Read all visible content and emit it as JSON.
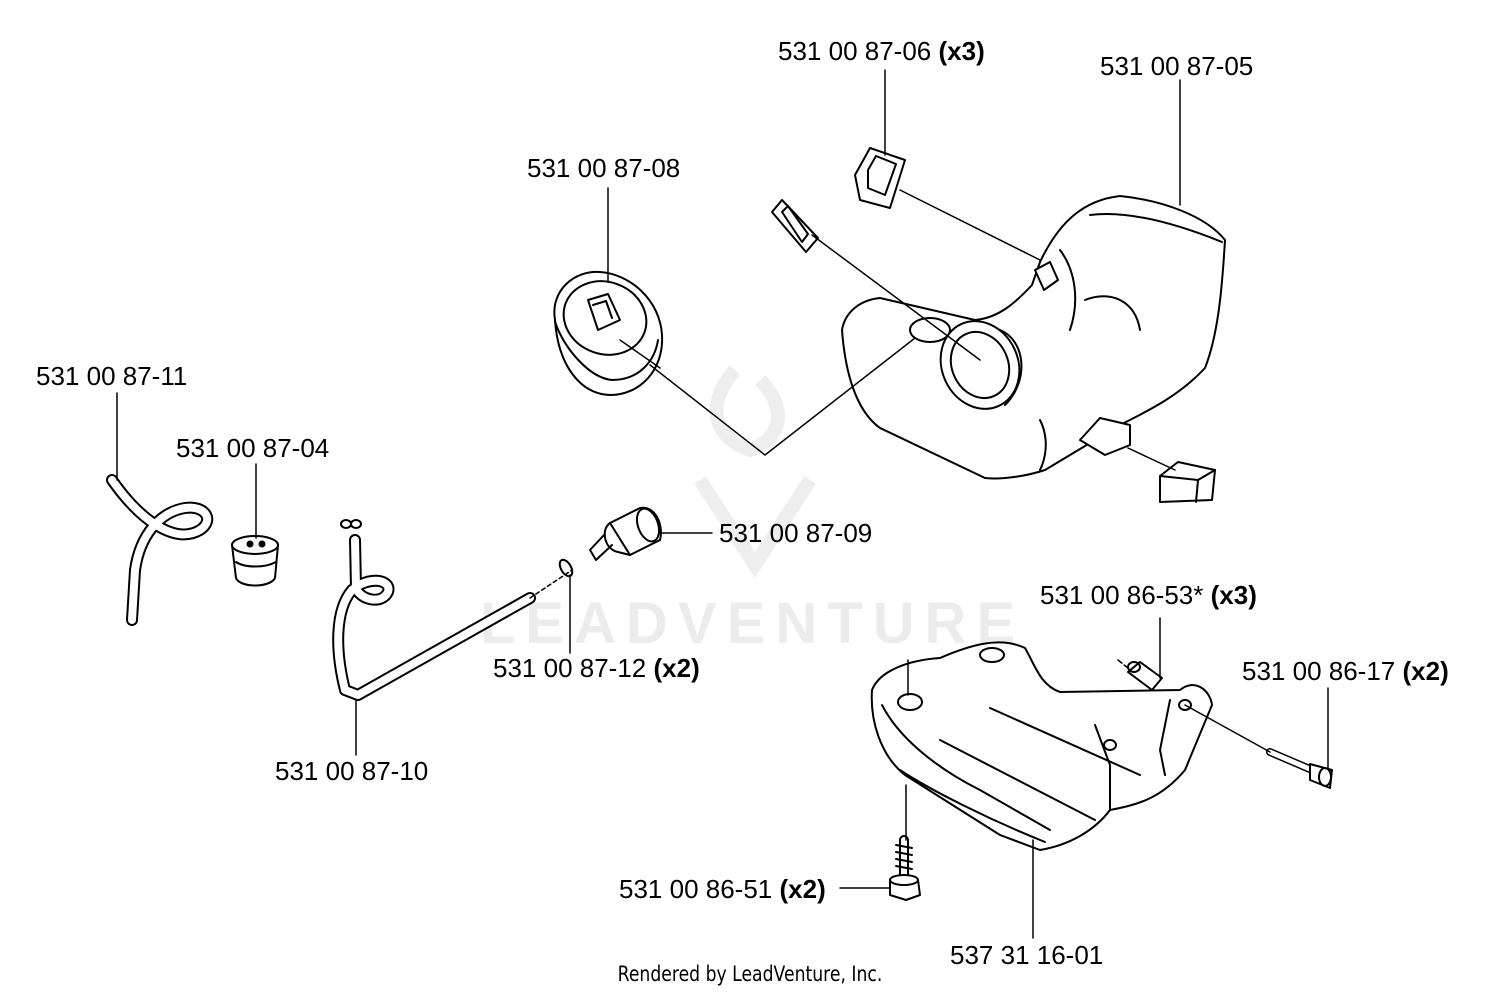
{
  "watermark": "LEADVENTURE",
  "footer": "Rendered by LeadVenture, Inc.",
  "labels": {
    "p0706": {
      "part": "531 00 87-06",
      "qty": "(x3)"
    },
    "p0705": {
      "part": "531 00 87-05",
      "qty": ""
    },
    "p0708": {
      "part": "531 00 87-08",
      "qty": ""
    },
    "p0711": {
      "part": "531 00 87-11",
      "qty": ""
    },
    "p0704": {
      "part": "531 00 87-04",
      "qty": ""
    },
    "p0709": {
      "part": "531 00 87-09",
      "qty": ""
    },
    "p8653": {
      "part": "531 00 86-53*",
      "qty": "(x3)"
    },
    "p0712": {
      "part": "531 00 87-12",
      "qty": "(x2)"
    },
    "p8617": {
      "part": "531 00 86-17",
      "qty": "(x2)"
    },
    "p0710": {
      "part": "531 00 87-10",
      "qty": ""
    },
    "p8651": {
      "part": "531 00 86-51",
      "qty": "(x2)"
    },
    "p3116": {
      "part": "537 31 16-01",
      "qty": ""
    }
  }
}
